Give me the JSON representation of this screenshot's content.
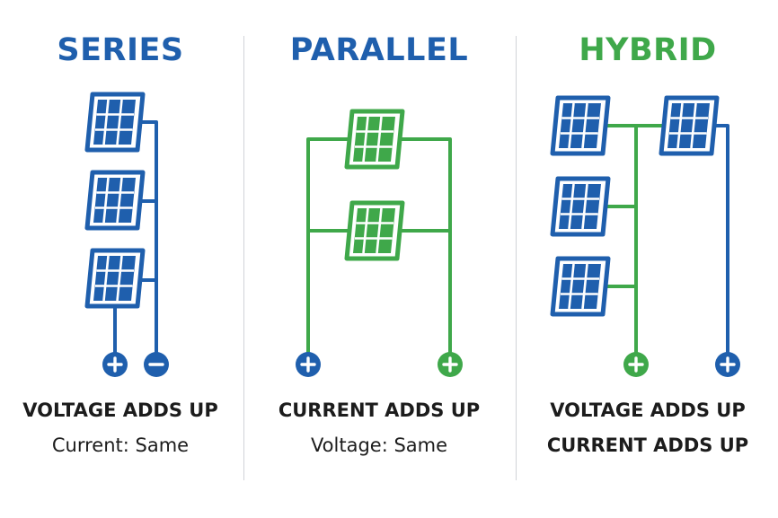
{
  "colors": {
    "blue": "#1f5fad",
    "green": "#3fa84a",
    "text": "#1c1c1c"
  },
  "panels": [
    {
      "title": "SERIES",
      "line1": "VOLTAGE ADDS UP",
      "line2": "Current: Same",
      "terminals": [
        "+",
        "−"
      ]
    },
    {
      "title": "PARALLEL",
      "line1": "CURRENT ADDS UP",
      "line2": "Voltage: Same",
      "terminals": [
        "+",
        "+"
      ]
    },
    {
      "title": "HYBRID",
      "line1": "VOLTAGE ADDS UP",
      "line2": "CURRENT ADDS UP",
      "terminals": [
        "+",
        "+"
      ]
    }
  ]
}
